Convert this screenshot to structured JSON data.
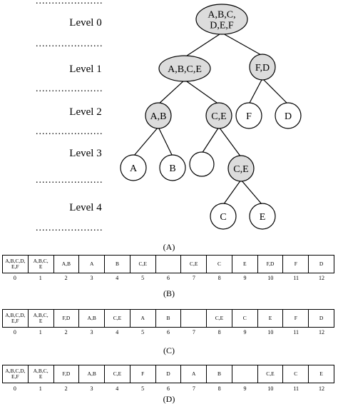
{
  "levels": [
    "Level 0",
    "Level 1",
    "Level 2",
    "Level 3",
    "Level 4"
  ],
  "dot_leader": "......................",
  "tree": {
    "caption": "(A)",
    "nodes": [
      {
        "id": "root",
        "lines": [
          "A,B,C,",
          "D,E,F"
        ],
        "shaded": true
      },
      {
        "id": "abce",
        "lines": [
          "A,B,C,E"
        ],
        "shaded": true
      },
      {
        "id": "fd",
        "lines": [
          "F,D"
        ],
        "shaded": true
      },
      {
        "id": "ab",
        "lines": [
          "A,B"
        ],
        "shaded": true
      },
      {
        "id": "ce2",
        "lines": [
          "C,E"
        ],
        "shaded": true
      },
      {
        "id": "f",
        "lines": [
          "F"
        ],
        "shaded": false
      },
      {
        "id": "d",
        "lines": [
          "D"
        ],
        "shaded": false
      },
      {
        "id": "a",
        "lines": [
          "A"
        ],
        "shaded": false
      },
      {
        "id": "b",
        "lines": [
          "B"
        ],
        "shaded": false
      },
      {
        "id": "empty",
        "lines": [],
        "shaded": false
      },
      {
        "id": "ce3",
        "lines": [
          "C,E"
        ],
        "shaded": true
      },
      {
        "id": "c",
        "lines": [
          "C"
        ],
        "shaded": false
      },
      {
        "id": "e",
        "lines": [
          "E"
        ],
        "shaded": false
      }
    ],
    "edges": [
      [
        "root",
        "abce"
      ],
      [
        "root",
        "fd"
      ],
      [
        "abce",
        "ab"
      ],
      [
        "abce",
        "ce2"
      ],
      [
        "fd",
        "f"
      ],
      [
        "fd",
        "d"
      ],
      [
        "ab",
        "a"
      ],
      [
        "ab",
        "b"
      ],
      [
        "ce2",
        "empty"
      ],
      [
        "ce2",
        "ce3"
      ],
      [
        "ce3",
        "c"
      ],
      [
        "ce3",
        "e"
      ]
    ]
  },
  "arrays": [
    {
      "caption": "(B)",
      "cells": [
        "A,B,C,D,\nE,F",
        "A,B,C,\nE",
        "A,B",
        "A",
        "B",
        "C,E",
        "",
        "C,E",
        "C",
        "E",
        "F,D",
        "F",
        "D"
      ],
      "indices": [
        "0",
        "1",
        "2",
        "3",
        "4",
        "5",
        "6",
        "7",
        "8",
        "9",
        "10",
        "11",
        "12"
      ]
    },
    {
      "caption": "(C)",
      "cells": [
        "A,B,C,D,\nE,F",
        "A,B,C,\nE",
        "F,D",
        "A,B",
        "C,E",
        "A",
        "B",
        "",
        "C,E",
        "C",
        "E",
        "F",
        "D"
      ],
      "indices": [
        "0",
        "1",
        "2",
        "3",
        "4",
        "5",
        "6",
        "7",
        "8",
        "9",
        "10",
        "11",
        "12"
      ]
    },
    {
      "caption": "(D)",
      "cells": [
        "A,B,C,D,\nE,F",
        "A,B,C,\nE",
        "F,D",
        "A,B",
        "C,E",
        "F",
        "D",
        "A",
        "B",
        "",
        "C,E",
        "C",
        "E"
      ],
      "indices": [
        "0",
        "1",
        "2",
        "3",
        "4",
        "5",
        "6",
        "7",
        "8",
        "9",
        "10",
        "11",
        "12"
      ]
    }
  ]
}
